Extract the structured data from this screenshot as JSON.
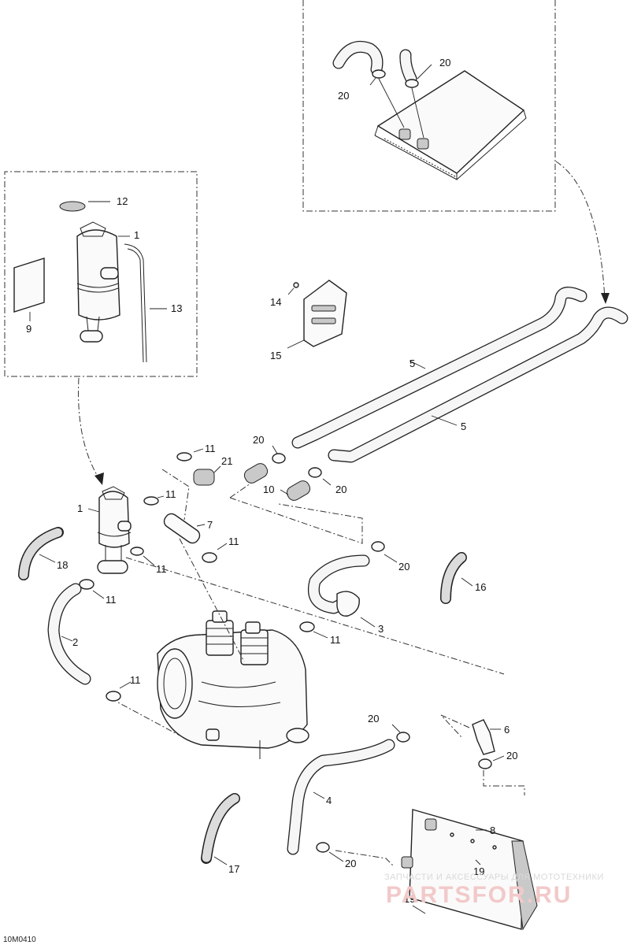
{
  "diagram": {
    "ref_code": "10M0410",
    "callouts": {
      "c1a": "1",
      "c1b": "1",
      "c2": "2",
      "c3": "3",
      "c4": "4",
      "c5a": "5",
      "c5b": "5",
      "c6": "6",
      "c7": "7",
      "c8": "8",
      "c9": "9",
      "c10": "10",
      "c11a": "11",
      "c11b": "11",
      "c11c": "11",
      "c11d": "11",
      "c11e": "11",
      "c11f": "11",
      "c11g": "11",
      "c12": "12",
      "c13": "13",
      "c14": "14",
      "c15": "15",
      "c16": "16",
      "c17": "17",
      "c18": "18",
      "c19a": "19",
      "c19b": "19",
      "c20a": "20",
      "c20b": "20",
      "c20c": "20",
      "c20d": "20",
      "c20e": "20",
      "c20f": "20",
      "c20g": "20",
      "c20h": "20",
      "c21": "21"
    },
    "watermark": {
      "line1": "ЗАПЧАСТИ И АКСЕССУАРЫ ДЛЯ МОТОТЕХНИКИ",
      "line2": "PARTSFOR.RU"
    }
  }
}
